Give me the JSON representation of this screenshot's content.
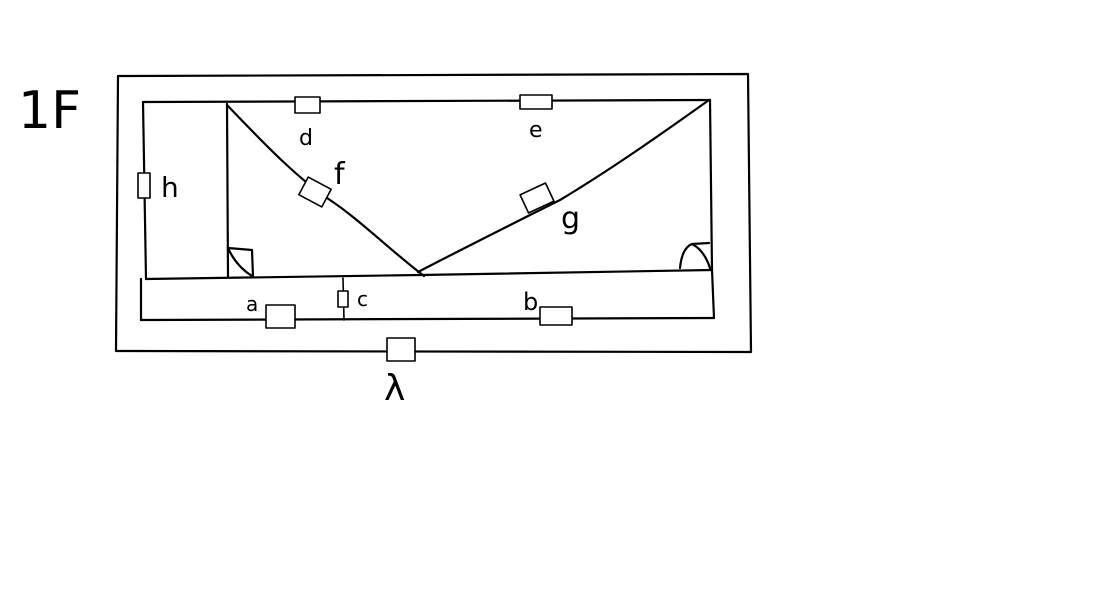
{
  "diagram": {
    "floor_label": "1F",
    "labels": {
      "a": "a",
      "b": "b",
      "c": "c",
      "d": "d",
      "e": "e",
      "f": "f",
      "g": "g",
      "h": "h",
      "lambda": "λ"
    },
    "colors": {
      "ink": "#000000",
      "paper": "#ffffff"
    }
  }
}
